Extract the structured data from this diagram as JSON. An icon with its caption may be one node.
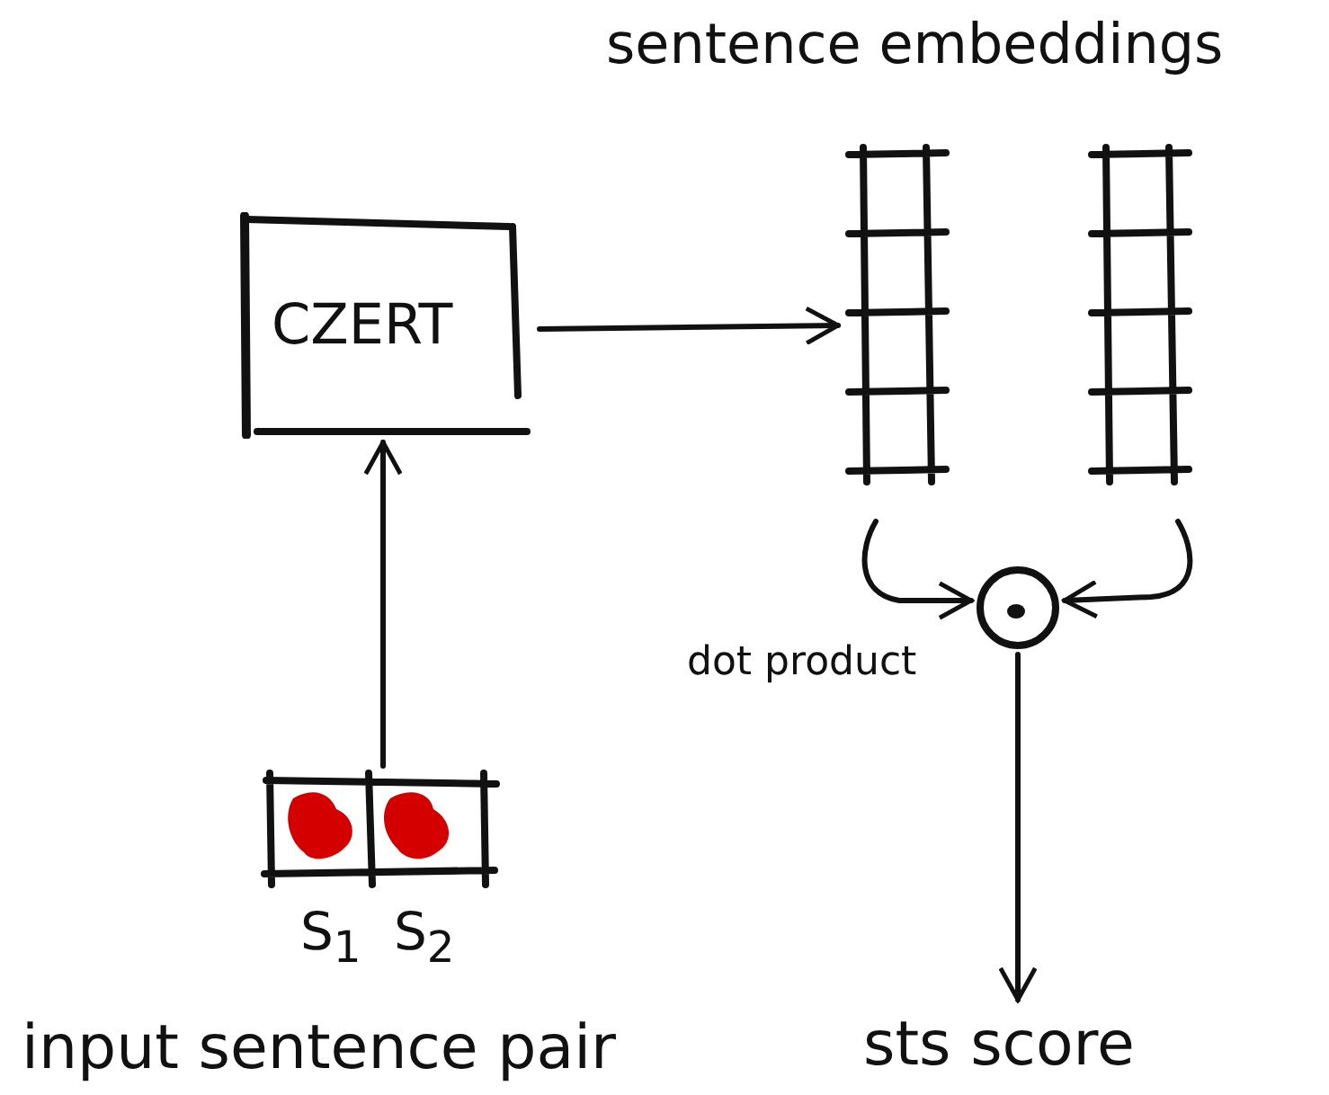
{
  "diagram": {
    "nodes": [
      {
        "text": [
          "CZERT"
        ]
      },
      {
        "text": [
          "S$_{1}$",
          "S$_{2}$"
        ],
        "beside": [
          "input sentence pair"
        ]
      },
      {
        "text": [
          "sentence embeddings"
        ]
      },
      {
        "text": [],
        "shape": "bar",
        "in": 2
      },
      {
        "text": [],
        "shape": "bar",
        "in": 2
      },
      {
        "text": [],
        "shape": "circle",
        "beside": [
          "dot product"
        ]
      },
      {
        "text": [
          "sts score"
        ]
      }
    ],
    "edges": [
      {
        "from": 1,
        "to": 0,
        "arrow": "to"
      },
      {
        "from": 0,
        "to": 3,
        "arrow": "to"
      },
      {
        "from": 3,
        "to": 5,
        "arrow": "to"
      },
      {
        "from": 4,
        "to": 5,
        "arrow": "to"
      },
      {
        "from": 5,
        "to": 6,
        "arrow": "to"
      }
    ]
  }
}
